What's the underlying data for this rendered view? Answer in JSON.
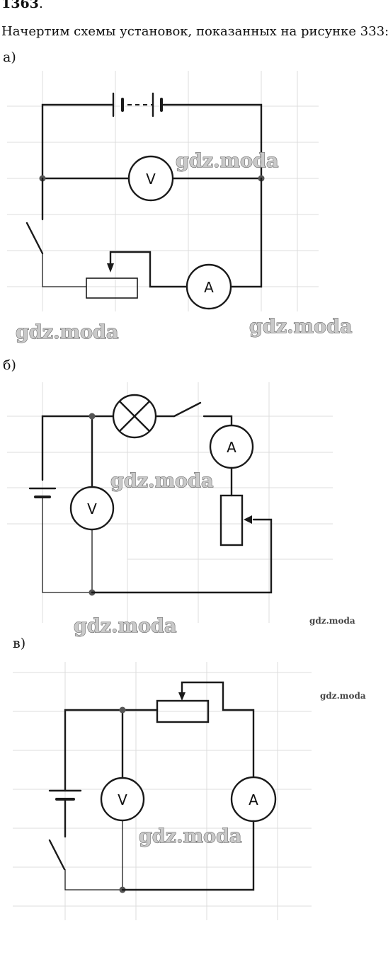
{
  "title": {
    "number": "1363",
    "suffix": "."
  },
  "intro": "Начертим схемы установок, показанных на рисунке 333:",
  "parts": [
    {
      "label": "а)"
    },
    {
      "label": "б)"
    },
    {
      "label": "в)"
    }
  ],
  "meters": {
    "voltmeter": "V",
    "ammeter": "A"
  },
  "watermark": "gdz.moda",
  "colors": {
    "wire": "#1a1a1a",
    "grid": "#dcdcdc",
    "watermark_fill": "#c9c9c9",
    "watermark_outline": "#555555"
  }
}
